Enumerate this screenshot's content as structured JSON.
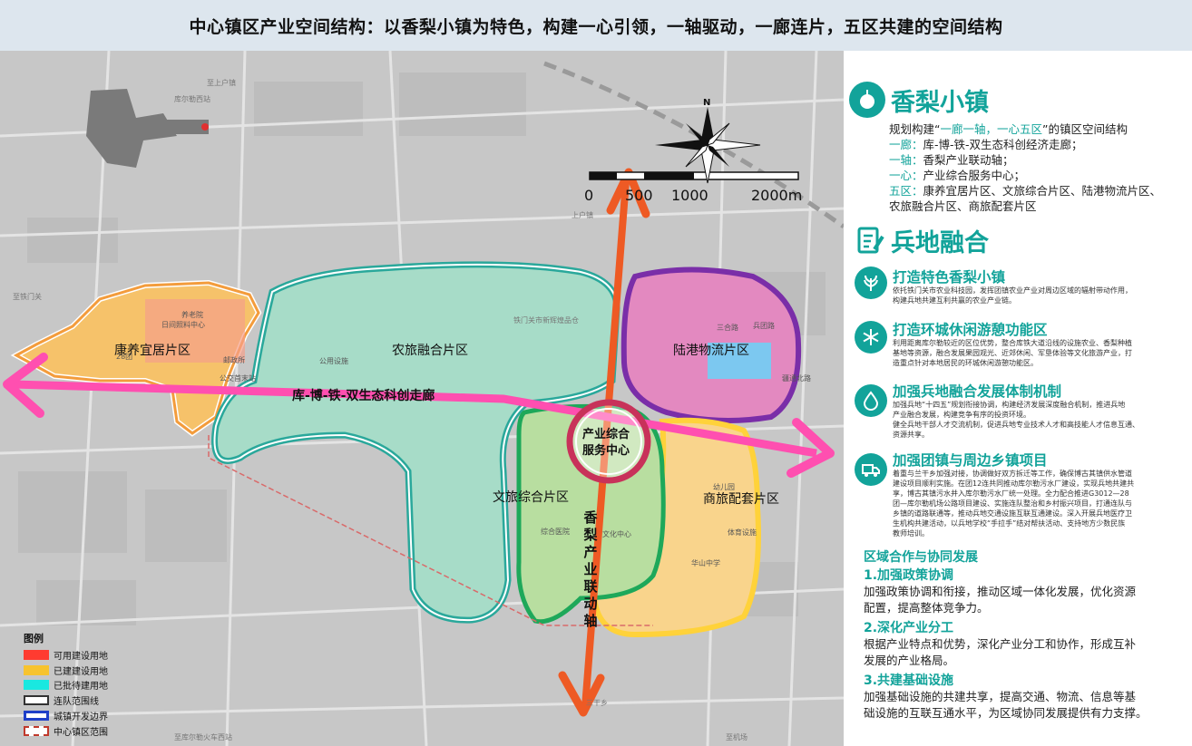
{
  "title": "中心镇区产业空间结构：以香梨小镇为特色，构建一心引领，一轴驱动，一廊连片，五区共建的空间结构",
  "map": {
    "zones": {
      "kangyang": "康养宜居片区",
      "nonglv": "农旅融合片区",
      "lugang": "陆港物流片区",
      "wenlv": "文旅综合片区",
      "shanglv": "商旅配套片区"
    },
    "center": {
      "line1": "产业综合",
      "line2": "服务中心"
    },
    "corridor": "库-博-铁-双生态科创走廊",
    "axis": [
      "香",
      "梨",
      "产",
      "业",
      "联",
      "动",
      "轴"
    ],
    "scale_ticks": [
      "0",
      "500",
      "1000",
      "2000m"
    ],
    "north": "N",
    "places": {
      "p1": "至上户镇",
      "p2": "库尔勒西站",
      "p3": "至铁门关",
      "p4": "上户镇",
      "p5": "至库尔勒火车西站",
      "p6": "至机场",
      "p7": "三干乡",
      "p8": "铁门关市新辉煌品仓",
      "p9": "公用设施",
      "p10": "幼儿园",
      "p11": "华山中学",
      "p12": "综合医院",
      "p13": "文化中心",
      "p14": "体育设施",
      "p15": "养老院",
      "p16": "日间照料中心",
      "p17": "邮政所",
      "p18": "公交首末站",
      "p19": "28团",
      "p20": "中心镇区范围",
      "p21": "兵团路",
      "p22": "三合路",
      "p23": "疆通北路"
    },
    "legend": {
      "title": "图例",
      "items": [
        {
          "label": "可用建设用地",
          "color": "#ff3b30"
        },
        {
          "label": "已建建设用地",
          "color": "#f7c32e"
        },
        {
          "label": "已批待建用地",
          "color": "#19e8e0"
        },
        {
          "label": "连队范围线",
          "color": "#333333"
        },
        {
          "label": "城镇开发边界",
          "color": "#1e3fc8"
        },
        {
          "label": "中心镇区范围",
          "color": "#c0392b"
        }
      ]
    }
  },
  "panel": {
    "s1_title": "香梨小镇",
    "s1_intro_pre": "规划构建“",
    "s1_intro_hl": "一廊一轴，一心五区",
    "s1_intro_post": "”的镇区空间结构",
    "s1_lines": [
      {
        "k": "一廊：",
        "v": "库-博-铁-双生态科创经济走廊；"
      },
      {
        "k": "一轴：",
        "v": "香梨产业联动轴；"
      },
      {
        "k": "一心：",
        "v": "产业综合服务中心；"
      },
      {
        "k": "五区：",
        "v": "康养宜居片区、文旅综合片区、陆港物流片区、"
      }
    ],
    "s1_last": "农旅融合片区、商旅配套片区",
    "s2_title": "兵地融合",
    "items": [
      {
        "h": "打造特色香梨小镇",
        "b": [
          "依托铁门关市农业科技园，发挥团镇农业产业对周边区域的辐射带动作用，",
          "构建兵地共建互利共赢的农业产业链。"
        ]
      },
      {
        "h": "打造环城休闲游憩功能区",
        "b": [
          "利用距离库尔勒较近的区位优势，整合库铁大道沿线的设施农业、香梨种植",
          "基地等资源，融合发展果园观光、近郊休闲、军垦体验等文化旅游产业，打",
          "造重点针对本地居民的环城休闲游憩功能区。"
        ]
      },
      {
        "h": "加强兵地融合发展体制机制",
        "b": [
          "加强兵地“十四五”规划衔接协调，构建经济发展深度融合机制，推进兵地",
          "产业融合发展，构建竞争有序的投资环境。",
          "健全兵地干部人才交流机制，促进兵地专业技术人才和高技能人才信息互通、",
          "资源共享。"
        ]
      },
      {
        "h": "加强团镇与周边乡镇项目",
        "b": [
          "着重与兰干乡加强对接，协调做好双方拆迁等工作，确保博古其镇供水管道",
          "建设项目顺利实施。在团12连共同推动库尔勒污水厂建设，实现兵地共建共",
          "享，博古其镇污水并入库尔勒污水厂统一处理。全力配合推进G3012—28",
          "团—库尔勒机场公路项目建设、实施连队整治和乡村振兴项目，打通连队与",
          "乡镇的道路联通等，推动兵地交通设施互联互通建设。深入开展兵地医疗卫",
          "生机构共建活动，以兵地学校“手拉手”结对帮扶活动、支持地方少数民族",
          "教师培训。"
        ]
      }
    ],
    "coop_title": "区域合作与协同发展",
    "coop": [
      {
        "t": "1.加强政策协调",
        "d": [
          "加强政策协调和衔接，推动区域一体化发展，优化资源",
          "配置，提高整体竞争力。"
        ]
      },
      {
        "t": "2.深化产业分工",
        "d": [
          "根据产业特点和优势，深化产业分工和协作，形成互补",
          "发展的产业格局。"
        ]
      },
      {
        "t": "3.共建基础设施",
        "d": [
          "加强基础设施的共建共享，提高交通、物流、信息等基",
          "础设施的互联互通水平，为区域协同发展提供有力支撑。"
        ]
      }
    ]
  },
  "colors": {
    "accent": "#12a39a",
    "corridor": "#ff4fb0",
    "axis": "#ee5a24"
  }
}
